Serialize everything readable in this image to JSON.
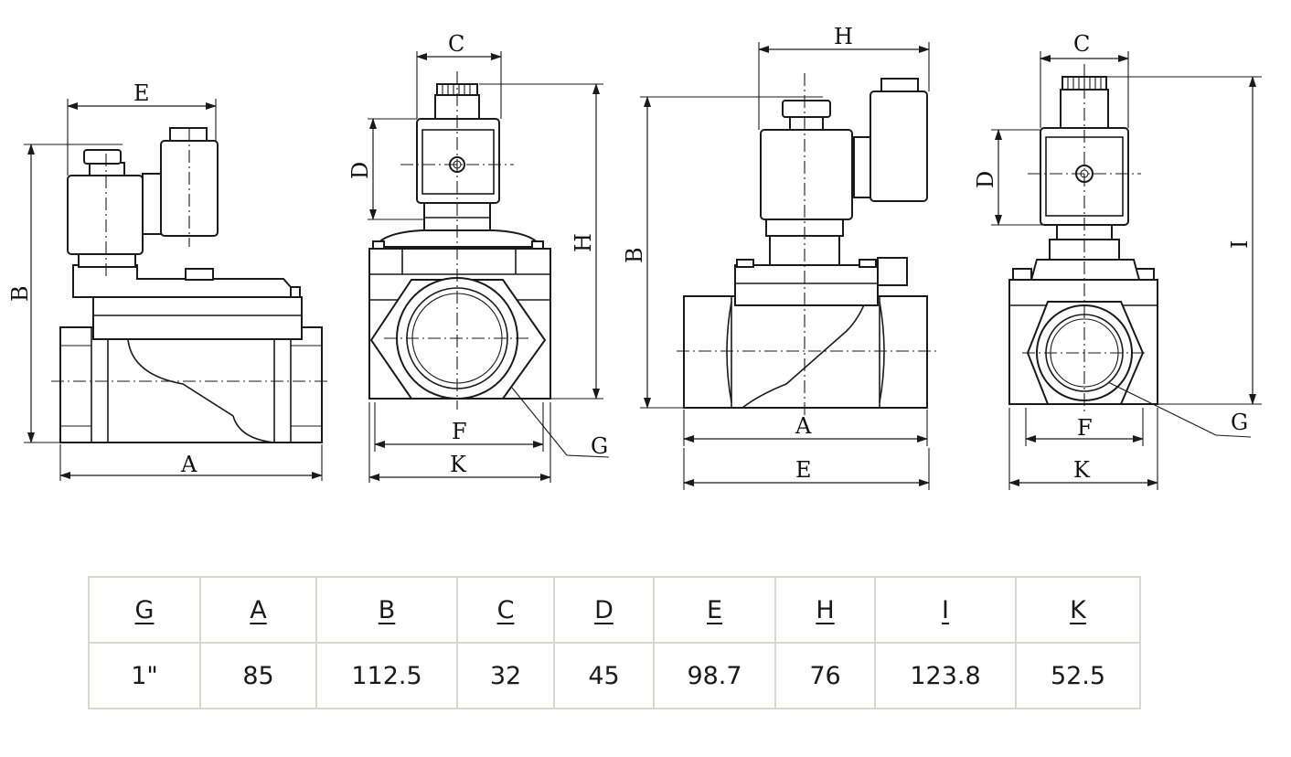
{
  "diagram": {
    "view1": {
      "A": "A",
      "B": "B",
      "E": "E"
    },
    "view2": {
      "C": "C",
      "D": "D",
      "H": "H",
      "F": "F",
      "K": "K",
      "G": "G"
    },
    "view3": {
      "H": "H",
      "B": "B",
      "A": "A",
      "E": "E"
    },
    "view4": {
      "C": "C",
      "D": "D",
      "I": "I",
      "F": "F",
      "K": "K",
      "G": "G"
    }
  },
  "table": {
    "headers": [
      "G",
      "A",
      "B",
      "C",
      "D",
      "E",
      "H",
      "I",
      "K"
    ],
    "values": [
      "1\"",
      "85",
      "112.5",
      "32",
      "45",
      "98.7",
      "76",
      "123.8",
      "52.5"
    ]
  }
}
